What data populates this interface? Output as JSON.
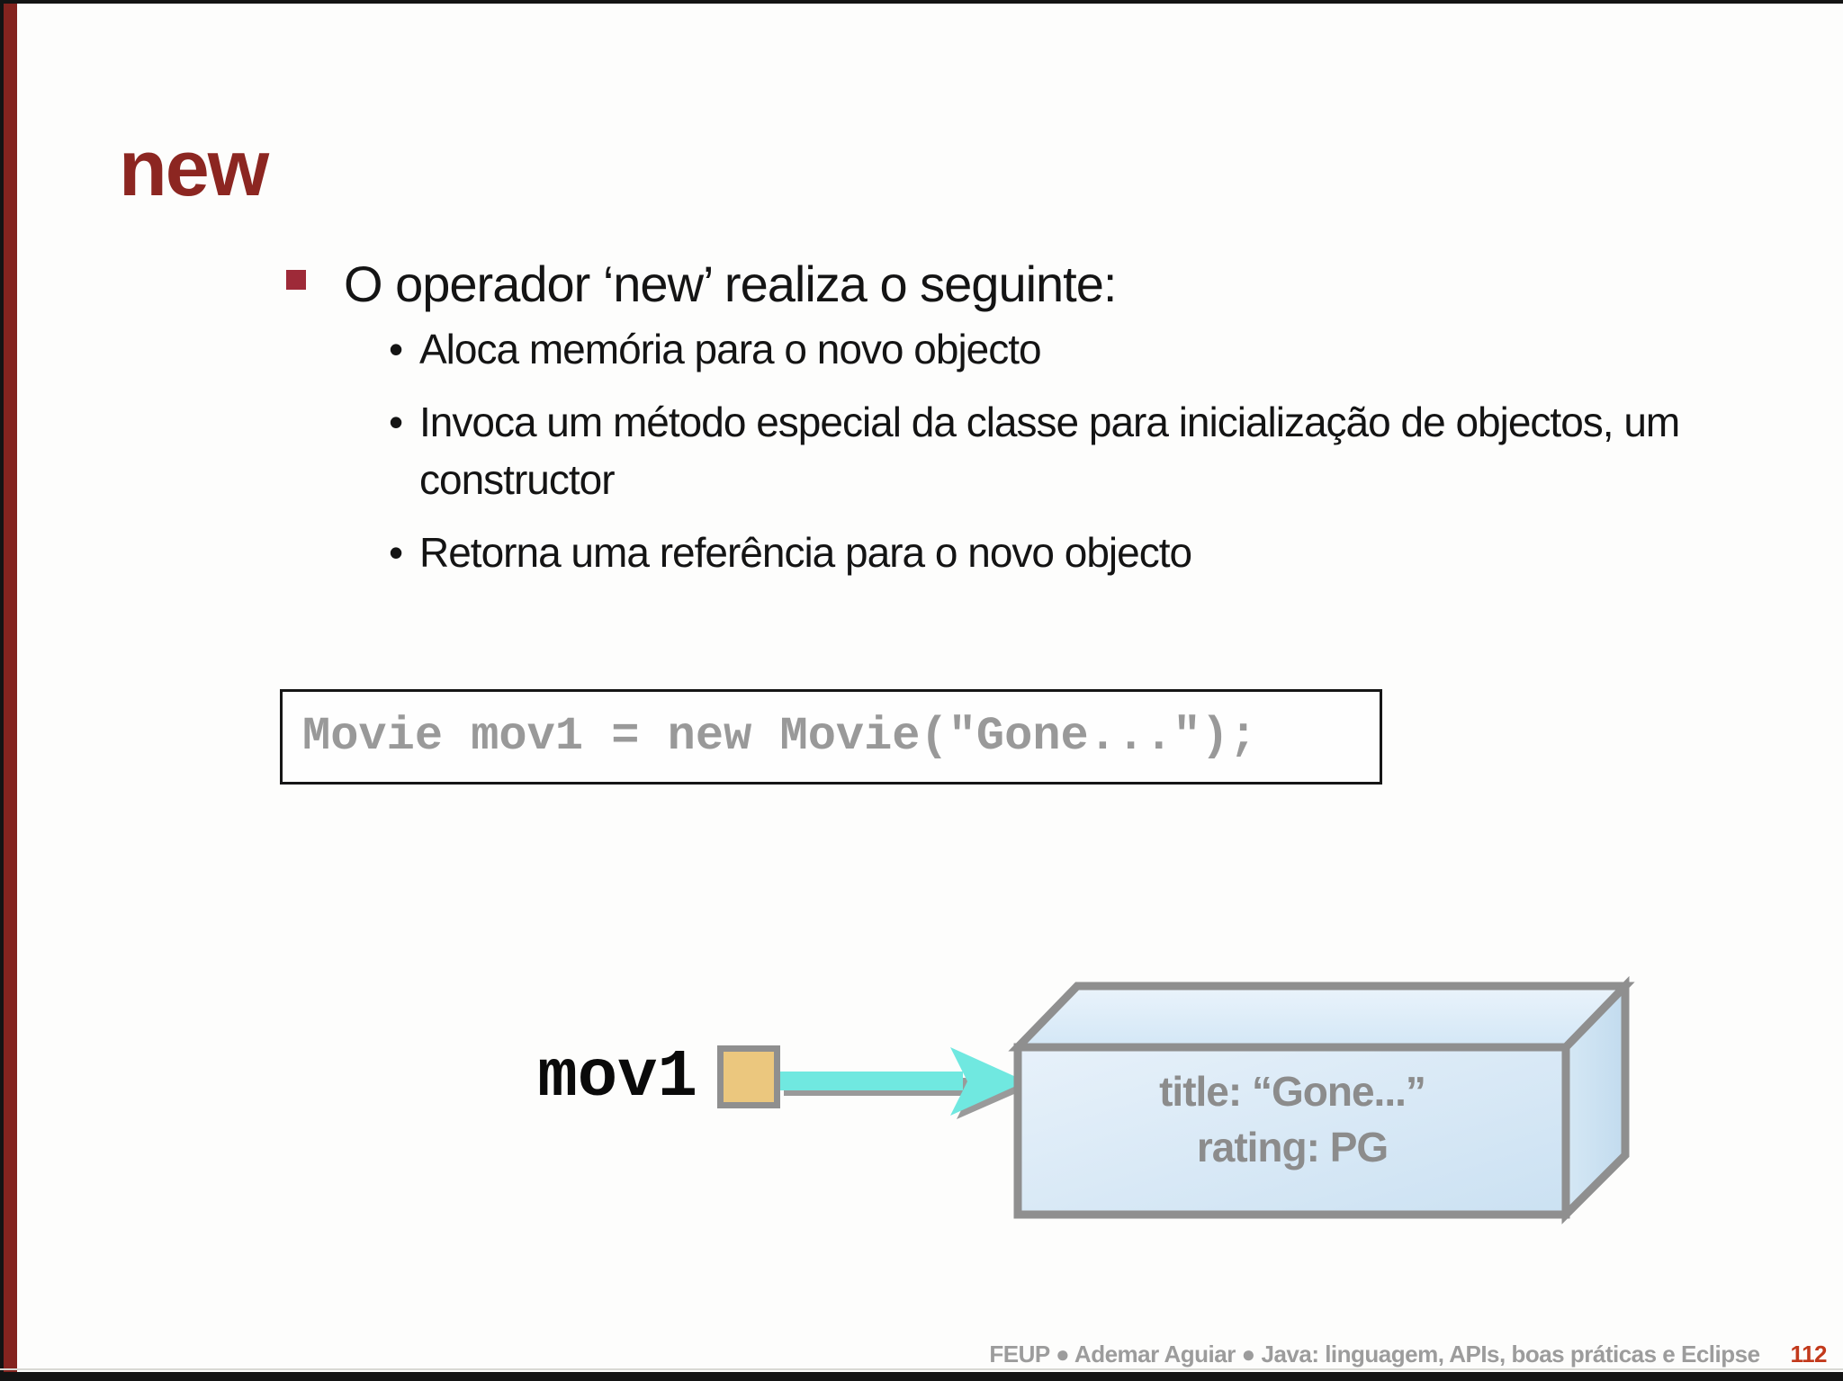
{
  "slide": {
    "title": "new",
    "bullets": {
      "bullet_char": "•",
      "main": "O operador ‘new’ realiza o seguinte:",
      "sub": [
        "Aloca memória para o novo objecto",
        "Invoca um método especial da classe para inicialização de objectos, um constructor",
        "Retorna uma referência para o novo objecto"
      ]
    },
    "code": "Movie mov1 = new Movie(\"Gone...\");",
    "diagram": {
      "reference_label": "mov1",
      "object_lines": [
        "title: “Gone...”",
        "rating: PG"
      ]
    },
    "footer": {
      "text": "FEUP ● Ademar Aguiar ● Java: linguagem, APIs, boas práticas e Eclipse",
      "page_number": "112"
    },
    "colors": {
      "title_red": "#8c2621",
      "side_bar_red": "#84241f",
      "bullet_square_red": "#9e2a38",
      "code_text_gray": "#999999",
      "object_text_gray": "#8c8c8c",
      "arrow_cyan": "#70e8e0",
      "pointer_square_tan": "#ebc77e",
      "box_border_gray": "#8f8f8f",
      "box_fill_blue": "#d8e9f6",
      "page_number_red": "#c2391b"
    }
  }
}
